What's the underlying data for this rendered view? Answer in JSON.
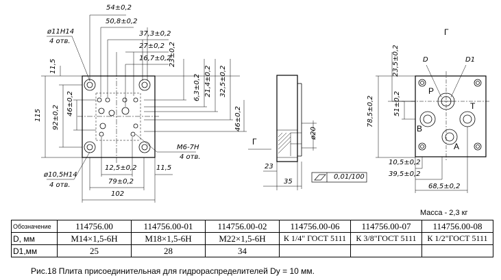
{
  "drawing": {
    "front": {
      "dims": [
        "54±0,2",
        "50,8±0,2",
        "37,3±0,2",
        "27±0,2",
        "16,7±0,2",
        "23±0,2",
        "6,3±0,2",
        "21,4±0,2",
        "32,5±0,2",
        "46±0,2",
        "11,5",
        "115",
        "92±0,2",
        "46±0,2",
        "12,5±0,2",
        "11,5",
        "79±0,2",
        "102"
      ],
      "hole_top": [
        "ø11H14",
        "4 отв."
      ],
      "hole_bottom": [
        "ø10,5Н14",
        "4 отв."
      ],
      "thread": [
        "M6-7H",
        "4 отв."
      ]
    },
    "side": {
      "dims": [
        "ø20",
        "23",
        "35"
      ],
      "view_marker": "Г",
      "flatness": "0,01/100"
    },
    "view_g": {
      "title": "Г",
      "ports": [
        "P",
        "T",
        "B",
        "A"
      ],
      "d_labels": [
        "D",
        "D1"
      ],
      "dims": [
        "23,5±0,2",
        "78,5±0,2",
        "51±0,2",
        "10,5±0,2",
        "39,5±0,2",
        "68,5±0,2"
      ]
    }
  },
  "mass": "Масса - 2,3 кг",
  "table": {
    "header_label": "Обозначение",
    "row_d_label": "D, мм",
    "row_d1_label": "D1,мм",
    "columns": [
      "114756.00",
      "114756.00-01",
      "114756.00-02",
      "114756.00-06",
      "114756.00-07",
      "114756.00-08"
    ],
    "d_values": [
      "M14×1,5-6H",
      "M18×1,5-6H",
      "M22×1,5-6H",
      "К 1/4\" ГОСТ 5111",
      "К 3/8\"ГОСТ 5111",
      "К 1/2\"ГОСТ 5111"
    ],
    "d1_values": [
      "25",
      "28",
      "34"
    ]
  },
  "caption": "Рис.18  Плита присоединительная для гидрораспределителей Dу = 10 мм."
}
